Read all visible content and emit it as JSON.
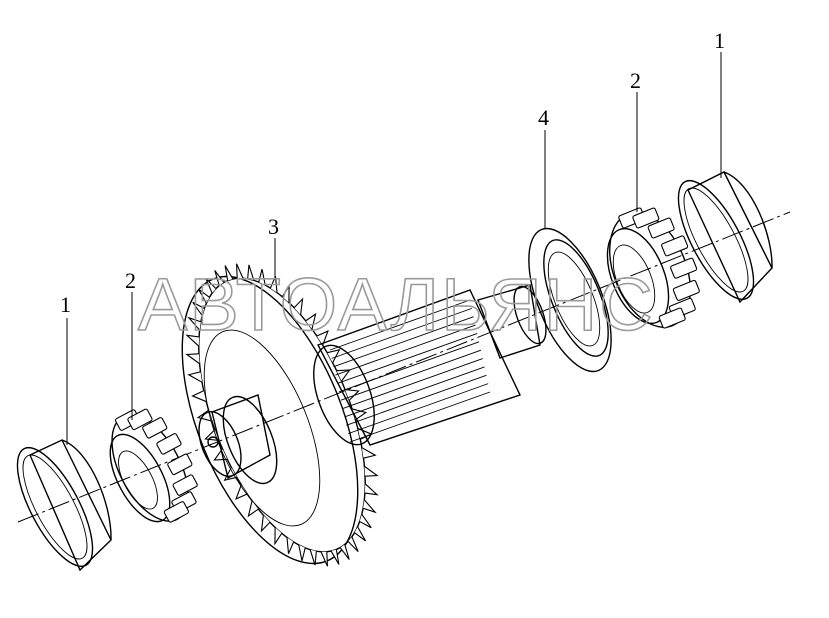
{
  "callouts": [
    {
      "id": "c1a",
      "label": "1"
    },
    {
      "id": "c2a",
      "label": "2"
    },
    {
      "id": "c3",
      "label": "3"
    },
    {
      "id": "c4",
      "label": "4"
    },
    {
      "id": "c2b",
      "label": "2"
    },
    {
      "id": "c1b",
      "label": "1"
    }
  ],
  "watermark": {
    "text": "АВТОАЛЬЯНС"
  },
  "colors": {
    "line": "#000000",
    "watermark": "#9a9a9a",
    "background": "#ffffff"
  }
}
